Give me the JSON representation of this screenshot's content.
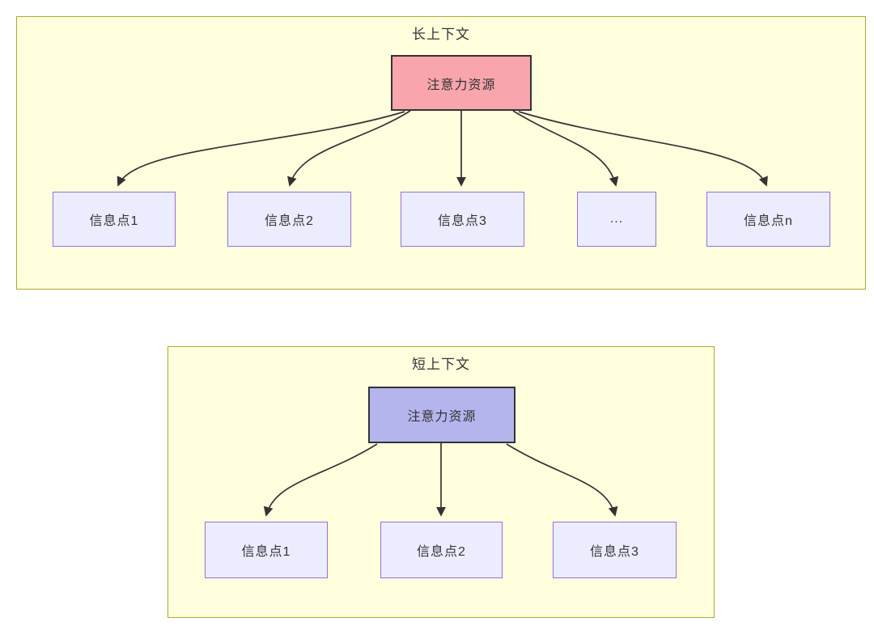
{
  "diagram": {
    "type": "flowchart",
    "panels": [
      {
        "id": "long-context",
        "title": "长上下文",
        "root": {
          "label": "注意力资源",
          "fill": "#F8A5AE",
          "border": "#333333"
        },
        "children": [
          {
            "label": "信息点1"
          },
          {
            "label": "信息点2"
          },
          {
            "label": "信息点3"
          },
          {
            "label": "..."
          },
          {
            "label": "信息点n"
          }
        ],
        "edges": [
          {
            "from": "注意力资源",
            "to": "信息点1"
          },
          {
            "from": "注意力资源",
            "to": "信息点2"
          },
          {
            "from": "注意力资源",
            "to": "信息点3"
          },
          {
            "from": "注意力资源",
            "to": "..."
          },
          {
            "from": "注意力资源",
            "to": "信息点n"
          }
        ]
      },
      {
        "id": "short-context",
        "title": "短上下文",
        "root": {
          "label": "注意力资源",
          "fill": "#B5B5EE",
          "border": "#333333"
        },
        "children": [
          {
            "label": "信息点1"
          },
          {
            "label": "信息点2"
          },
          {
            "label": "信息点3"
          }
        ],
        "edges": [
          {
            "from": "注意力资源",
            "to": "信息点1"
          },
          {
            "from": "注意力资源",
            "to": "信息点2"
          },
          {
            "from": "注意力资源",
            "to": "信息点3"
          }
        ]
      }
    ],
    "colors": {
      "panel_fill": "#FFFFDE",
      "panel_border": "#AAAA33",
      "node_fill": "#ECECFF",
      "node_border": "#9370DB",
      "edge_color": "#333333",
      "text_color": "#333333"
    }
  }
}
